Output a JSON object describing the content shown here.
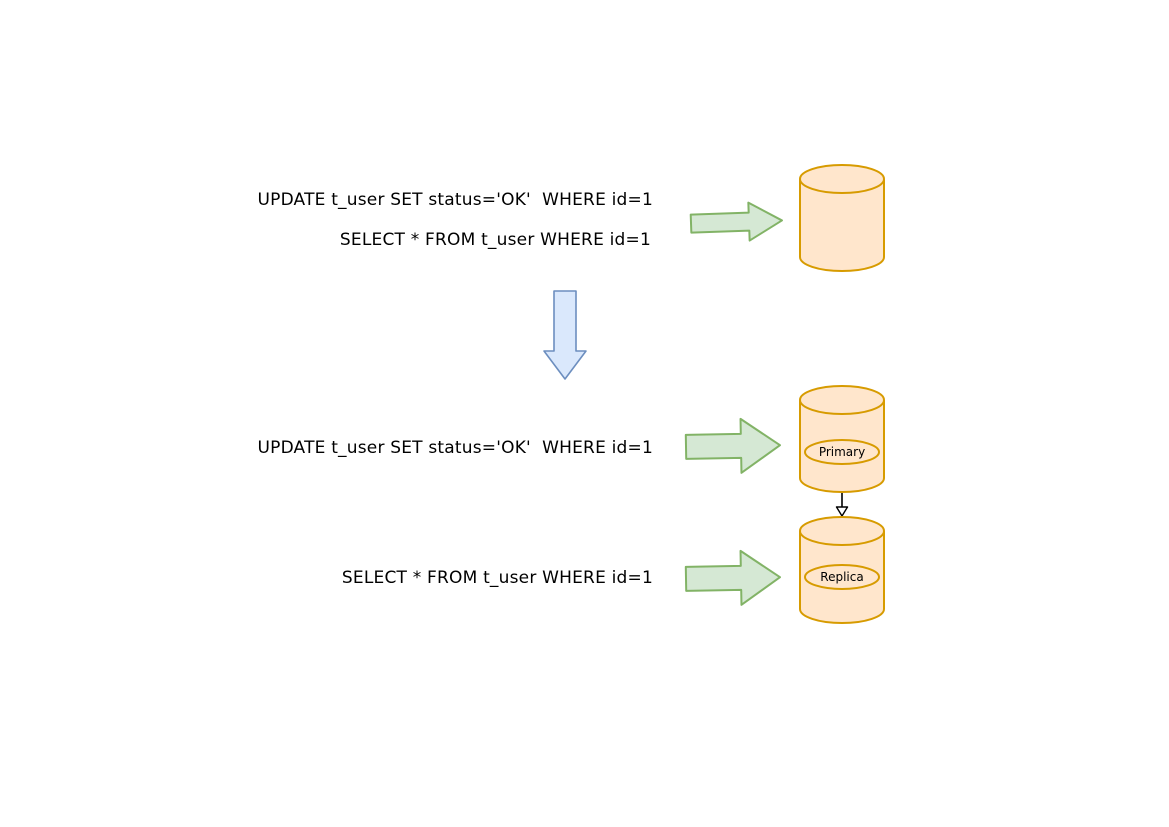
{
  "diagram": {
    "colors": {
      "background": "#ffffff",
      "text_color": "#000000",
      "cylinder_fill": "#ffe6cc",
      "cylinder_stroke": "#d79b00",
      "arrow_green_fill": "#d5e8d4",
      "arrow_green_stroke": "#82b366",
      "arrow_blue_fill": "#dae8fc",
      "arrow_blue_stroke": "#6c8ebf"
    },
    "single": {
      "update_sql": "UPDATE t_user SET status='OK'  WHERE id=1",
      "select_sql": "SELECT * FROM t_user WHERE id=1"
    },
    "replicated": {
      "update_sql": "UPDATE t_user SET status='OK'  WHERE id=1",
      "select_sql": "SELECT * FROM t_user WHERE id=1",
      "primary_label": "Primary",
      "replica_label": "Replica"
    },
    "icons": {
      "right_arrow": "right-arrow-icon",
      "down_arrow": "down-arrow-icon",
      "database": "database-cylinder-icon",
      "replication": "replication-arrow-icon"
    }
  }
}
